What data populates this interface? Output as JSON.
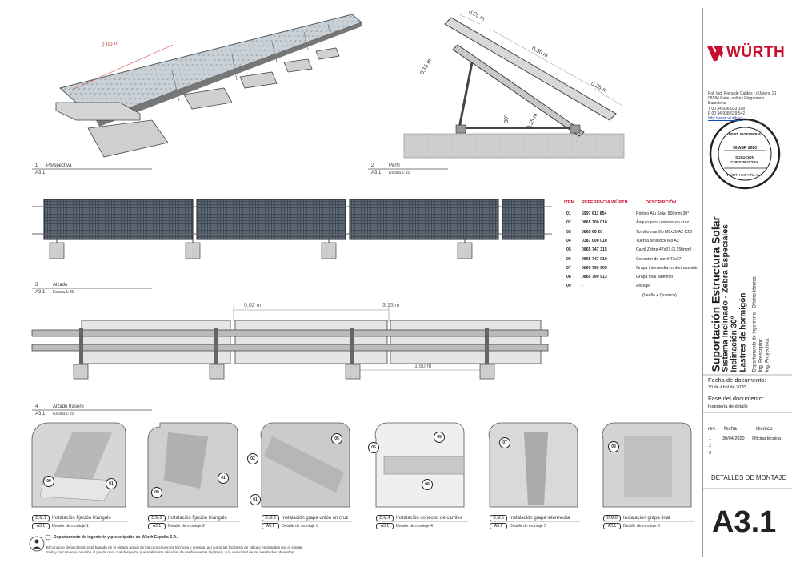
{
  "views": {
    "perspective": {
      "num": "1",
      "sheet": "A3.1",
      "title": "Perspectiva",
      "dim": "2,00 m"
    },
    "profile": {
      "num": "2",
      "sheet": "A3.1",
      "title": "Perfil",
      "scale": "Escala 1:15",
      "dims": [
        "0,25 m",
        "0,50 m",
        "0,25 m",
        "0,15 m",
        "0,15 m",
        "30°"
      ]
    },
    "elevation": {
      "num": "3",
      "sheet": "A3.1",
      "title": "Alzado",
      "scale": "Escala 1:25"
    },
    "rear": {
      "num": "4",
      "sheet": "A3.1",
      "title": "Alzado trasero",
      "scale": "Escala 1:25",
      "dims": [
        "0,02 m",
        "3,15 m",
        "1,80 m"
      ]
    }
  },
  "items": {
    "headers": [
      "ITEM",
      "REFERENCIA WÜRTH",
      "DESCRIPCIÓN"
    ],
    "rows": [
      {
        "item": "01",
        "ref": "5997 611 854",
        "desc": "Pórtico Alu Solar 800mm 30°"
      },
      {
        "item": "02",
        "ref": "0865 700 010",
        "desc": "Ángulo para uniones en cruz"
      },
      {
        "item": "03",
        "ref": "0865 60 20",
        "desc": "Tornillo martillo M8x20 A2 C26"
      },
      {
        "item": "04",
        "ref": "0387 000 010",
        "desc": "Tuerca tensilock M8 A2"
      },
      {
        "item": "05",
        "ref": "0865 747 315",
        "desc": "Carril Zebra 47x37 (3.150mm)"
      },
      {
        "item": "06",
        "ref": "0865 747 010",
        "desc": "Conector de carril 47x37"
      },
      {
        "item": "07",
        "ref": "0865 799 905",
        "desc": "Grapa intermedia confort aluminio"
      },
      {
        "item": "08",
        "ref": "0865 799 913",
        "desc": "Grapa final aluminio"
      },
      {
        "item": "09",
        "ref": "-",
        "desc": "Anclaje"
      }
    ],
    "extra": "(Varilla + Químico)"
  },
  "details": [
    {
      "code": "D.M.1",
      "sheet": "A3.1",
      "title": "Instalación fijación triángulo",
      "sub": "Detalle de montaje 1",
      "callouts": [
        "09",
        "01"
      ]
    },
    {
      "code": "D.M.2",
      "sheet": "A3.1",
      "title": "Instalación fijación triángulo",
      "sub": "Detalle de montaje 2",
      "callouts": [
        "09",
        "01"
      ]
    },
    {
      "code": "D.M.3",
      "sheet": "A3.1",
      "title": "Instalación grapa unión en cruz",
      "sub": "Detalle de montaje 3",
      "callouts": [
        "05",
        "02",
        "01"
      ]
    },
    {
      "code": "D.M.4",
      "sheet": "A3.1",
      "title": "Instalación conector de carriles",
      "sub": "Detalle de montaje 4",
      "callouts": [
        "05",
        "05",
        "06"
      ]
    },
    {
      "code": "D.M.5",
      "sheet": "A3.1",
      "title": "Instalación grapa intermedia",
      "sub": "Detalle de montaje 5",
      "callouts": [
        "07"
      ]
    },
    {
      "code": "D.M.6",
      "sheet": "A3.1",
      "title": "Instalación grapa final",
      "sub": "Detalle de montaje 6",
      "callouts": [
        "08"
      ]
    }
  ],
  "footer": {
    "dept": "Departamento de ingeniería y prescripción de Würth España S.A.",
    "note1": "El conjunto de la cálculo está basado en el estado actual de los conocimientos técnicos y normas, así como las hipótesis de cálculo entregadas por el cliente.",
    "note2": "Solo y únicamente incumbe al pie de obra o al despacho que realiza los cálculos, de verificar estas hipótesis, y la veracidad de los resultados obtenidos."
  },
  "company": {
    "name": "WÜRTH",
    "address": [
      "Pol. Ind. Riera de Caldes - c/Joiers, 21",
      "08184 Palau-solità i Plegamans",
      "Barcelona",
      "T 00 34 936 033 198",
      "F 00 34 938 629 542"
    ],
    "web": "http://www.wurth.es",
    "brand_color": "#c8102e"
  },
  "stamp": {
    "top": "DEPT. INGENIERÍA",
    "date": "30 ABR 2020",
    "line1": "SOLUCIÓN",
    "line2": "CONSTRUCTIVA",
    "bottom": "WÜRTH     ESPAÑA S.A."
  },
  "project": {
    "title": "Suportación Estructura Solar",
    "line2": "Sistema Inclinado - Zebra Especiales",
    "line3": "Inclinación 30°",
    "line4": "Lastres de hormigón",
    "meta": [
      "Departamento de ingeniería · Oficina técnica",
      "Ing. Prescriptor:",
      "Ing. Proyectista:"
    ]
  },
  "doc": {
    "date_label": "Fecha de documento:",
    "date_value": "30 de Abril de 2020",
    "phase_label": "Fase del documento:",
    "phase_value": "Ingeniería de detalle",
    "rev_headers": [
      "rev.",
      "fecha",
      "técnico"
    ],
    "revs": [
      {
        "n": "1",
        "date": "30/04/2020",
        "tech": "Oficina técnica"
      },
      {
        "n": "2"
      },
      {
        "n": "3"
      }
    ],
    "section": "DETALLES DE MONTAJE",
    "sheet": "A3.1"
  }
}
